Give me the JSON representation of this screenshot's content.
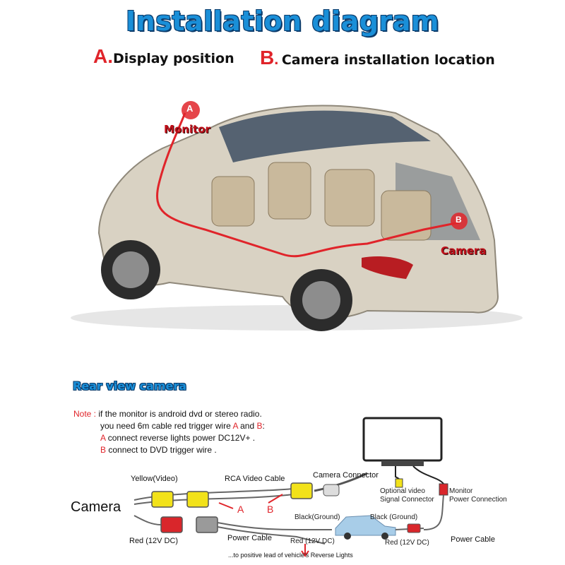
{
  "title": "Installation diagram",
  "legend": {
    "a_letter": "A.",
    "a_text": "Display position",
    "b_letter": "B",
    "b_dot": ".",
    "b_text": "Camera installation location"
  },
  "car_labels": {
    "monitor_marker": "A",
    "monitor": "Monitor",
    "camera_marker": "B",
    "camera": "Camera"
  },
  "section_title": "Rear view camera",
  "note": {
    "prefix": "Note :",
    "line1": "if the monitor is android dvd or stereo radio.",
    "line2_pre": "you need 6m cable red trigger wire",
    "line2_a": "A",
    "line2_and": "and",
    "line2_b": "B",
    "line2_colon": ":",
    "line3_letter": "A",
    "line3_text": "connect reverse lights power DC12V+ .",
    "line4_letter": "B",
    "line4_text": "connect to DVD trigger wire ."
  },
  "wiring": {
    "camera": "Camera",
    "yellow_video": "Yellow(Video)",
    "rca_cable": "RCA Video Cable",
    "camera_connector": "Camera Connector",
    "optional_video_1": "Optional video",
    "optional_video_2": "Signal Connector",
    "monitor_power_1": "Monitor",
    "monitor_power_2": "Power Connection",
    "wire_a": "A",
    "wire_b": "B",
    "red_12v_left": "Red (12V DC)",
    "power_cable_left": "Power Cable",
    "black_ground_1": "Black(Ground)",
    "red_12v_mid": "Red (12V DC)",
    "black_ground_2": "Black (Ground)",
    "red_12v_right": "Red (12V DC)",
    "power_cable_right": "Power Cable",
    "reverse_lights": "...to positive lead of vehicle's Reverse Lights"
  },
  "colors": {
    "title": "#1a8fd8",
    "accent_red": "#e0242a",
    "rca_yellow": "#f2e21a",
    "power_red": "#d9262b",
    "connector_gray": "#9a9a9a"
  }
}
